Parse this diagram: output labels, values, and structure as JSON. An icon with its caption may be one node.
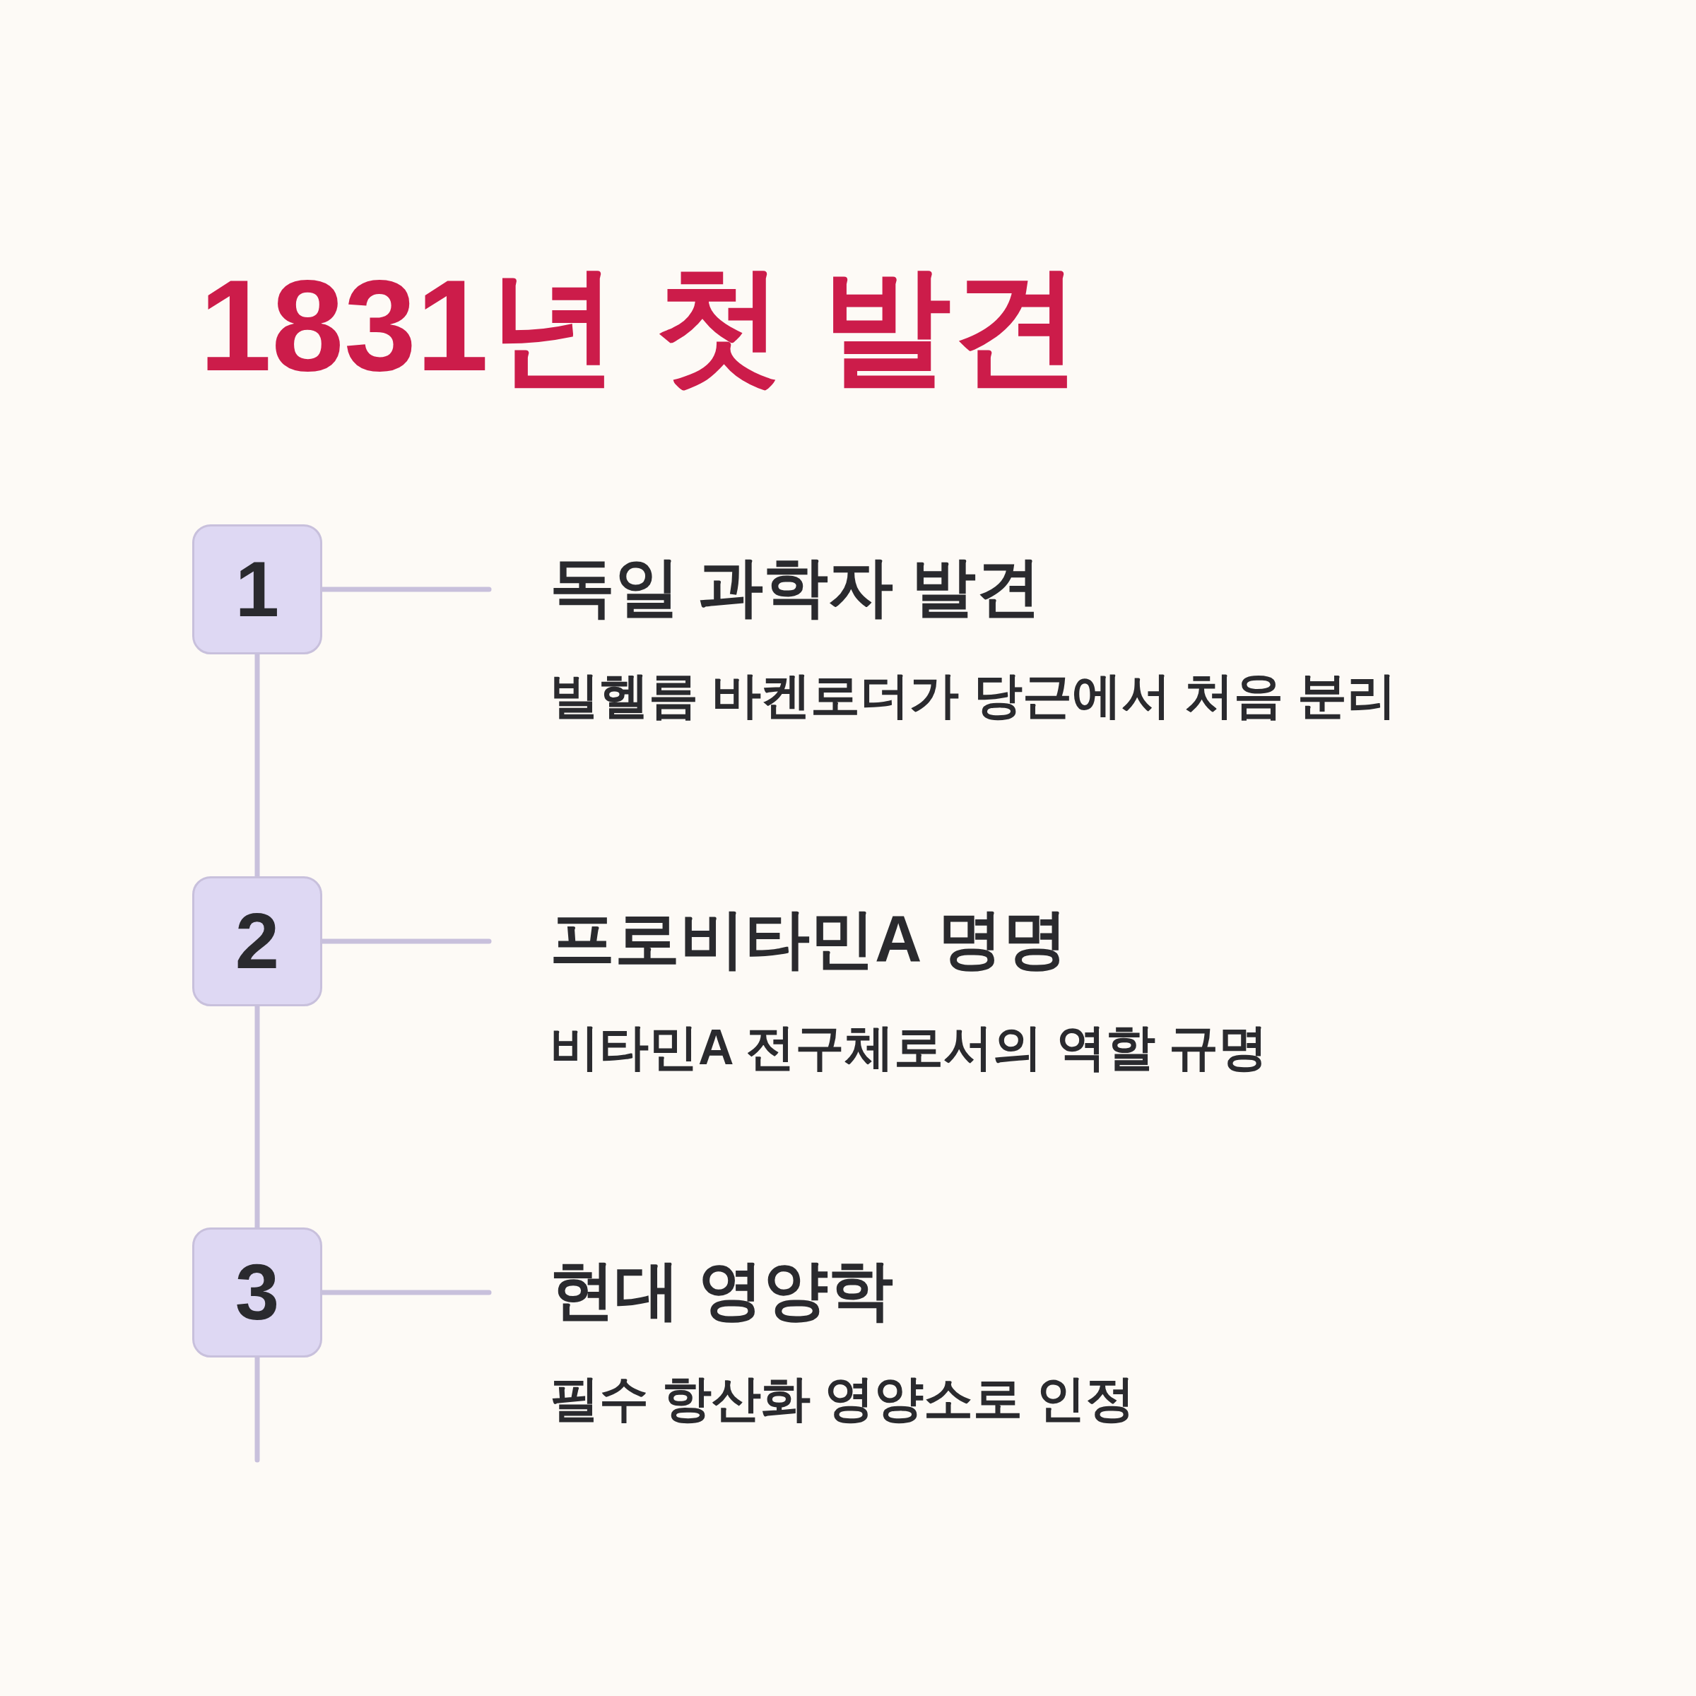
{
  "diagram": {
    "title": "1831년 첫 발견",
    "nodes": [
      {
        "text": [
          "1"
        ]
      },
      {
        "text": [
          "독일 과학자 발견",
          "빌헬름 바켄로더가 당근에서 처음 분리"
        ]
      },
      {
        "text": [
          "2"
        ]
      },
      {
        "text": [
          "프로비타민A 명명",
          "비타민A 전구체로서의 역할 규명"
        ]
      },
      {
        "text": [
          "3"
        ]
      },
      {
        "text": [
          "현대 영양학",
          "필수 항산화 영양소로 인정"
        ]
      }
    ],
    "edges": [
      {
        "from": 0,
        "to": 1,
        "arrow": "none"
      },
      {
        "from": 0,
        "to": 2,
        "arrow": "none"
      },
      {
        "from": 2,
        "to": 3,
        "arrow": "none"
      },
      {
        "from": 2,
        "to": 4,
        "arrow": "none"
      },
      {
        "from": 4,
        "to": 5,
        "arrow": "none"
      },
      {
        "from": 4,
        "to": null,
        "arrow": "none"
      }
    ]
  }
}
